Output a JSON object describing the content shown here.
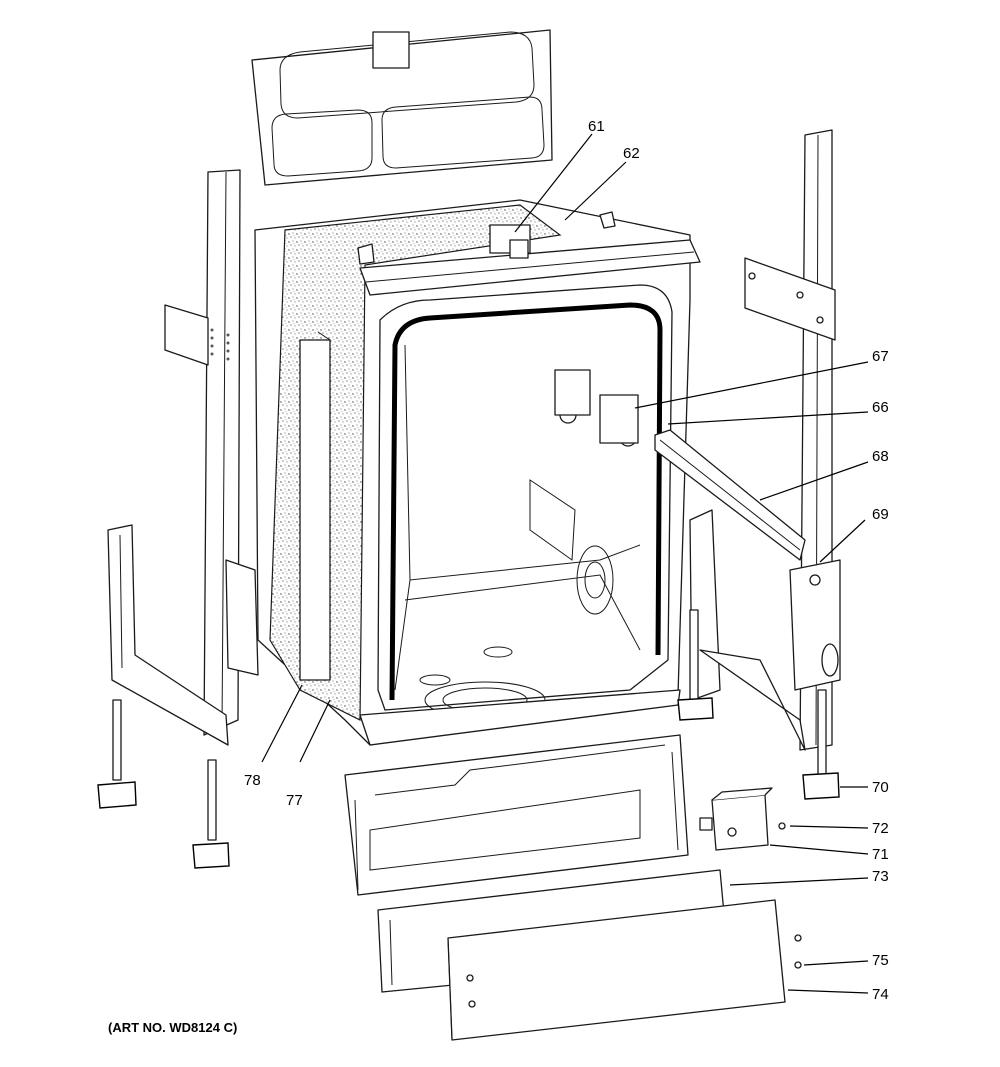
{
  "diagram": {
    "caption": "(ART NO. WD8124 C)",
    "callouts": [
      "61",
      "62",
      "66",
      "67",
      "68",
      "69",
      "70",
      "71",
      "72",
      "73",
      "74",
      "75",
      "77",
      "78"
    ]
  },
  "colors": {
    "line": "#1a1a1a",
    "background": "#ffffff",
    "insulation": "#555555"
  }
}
